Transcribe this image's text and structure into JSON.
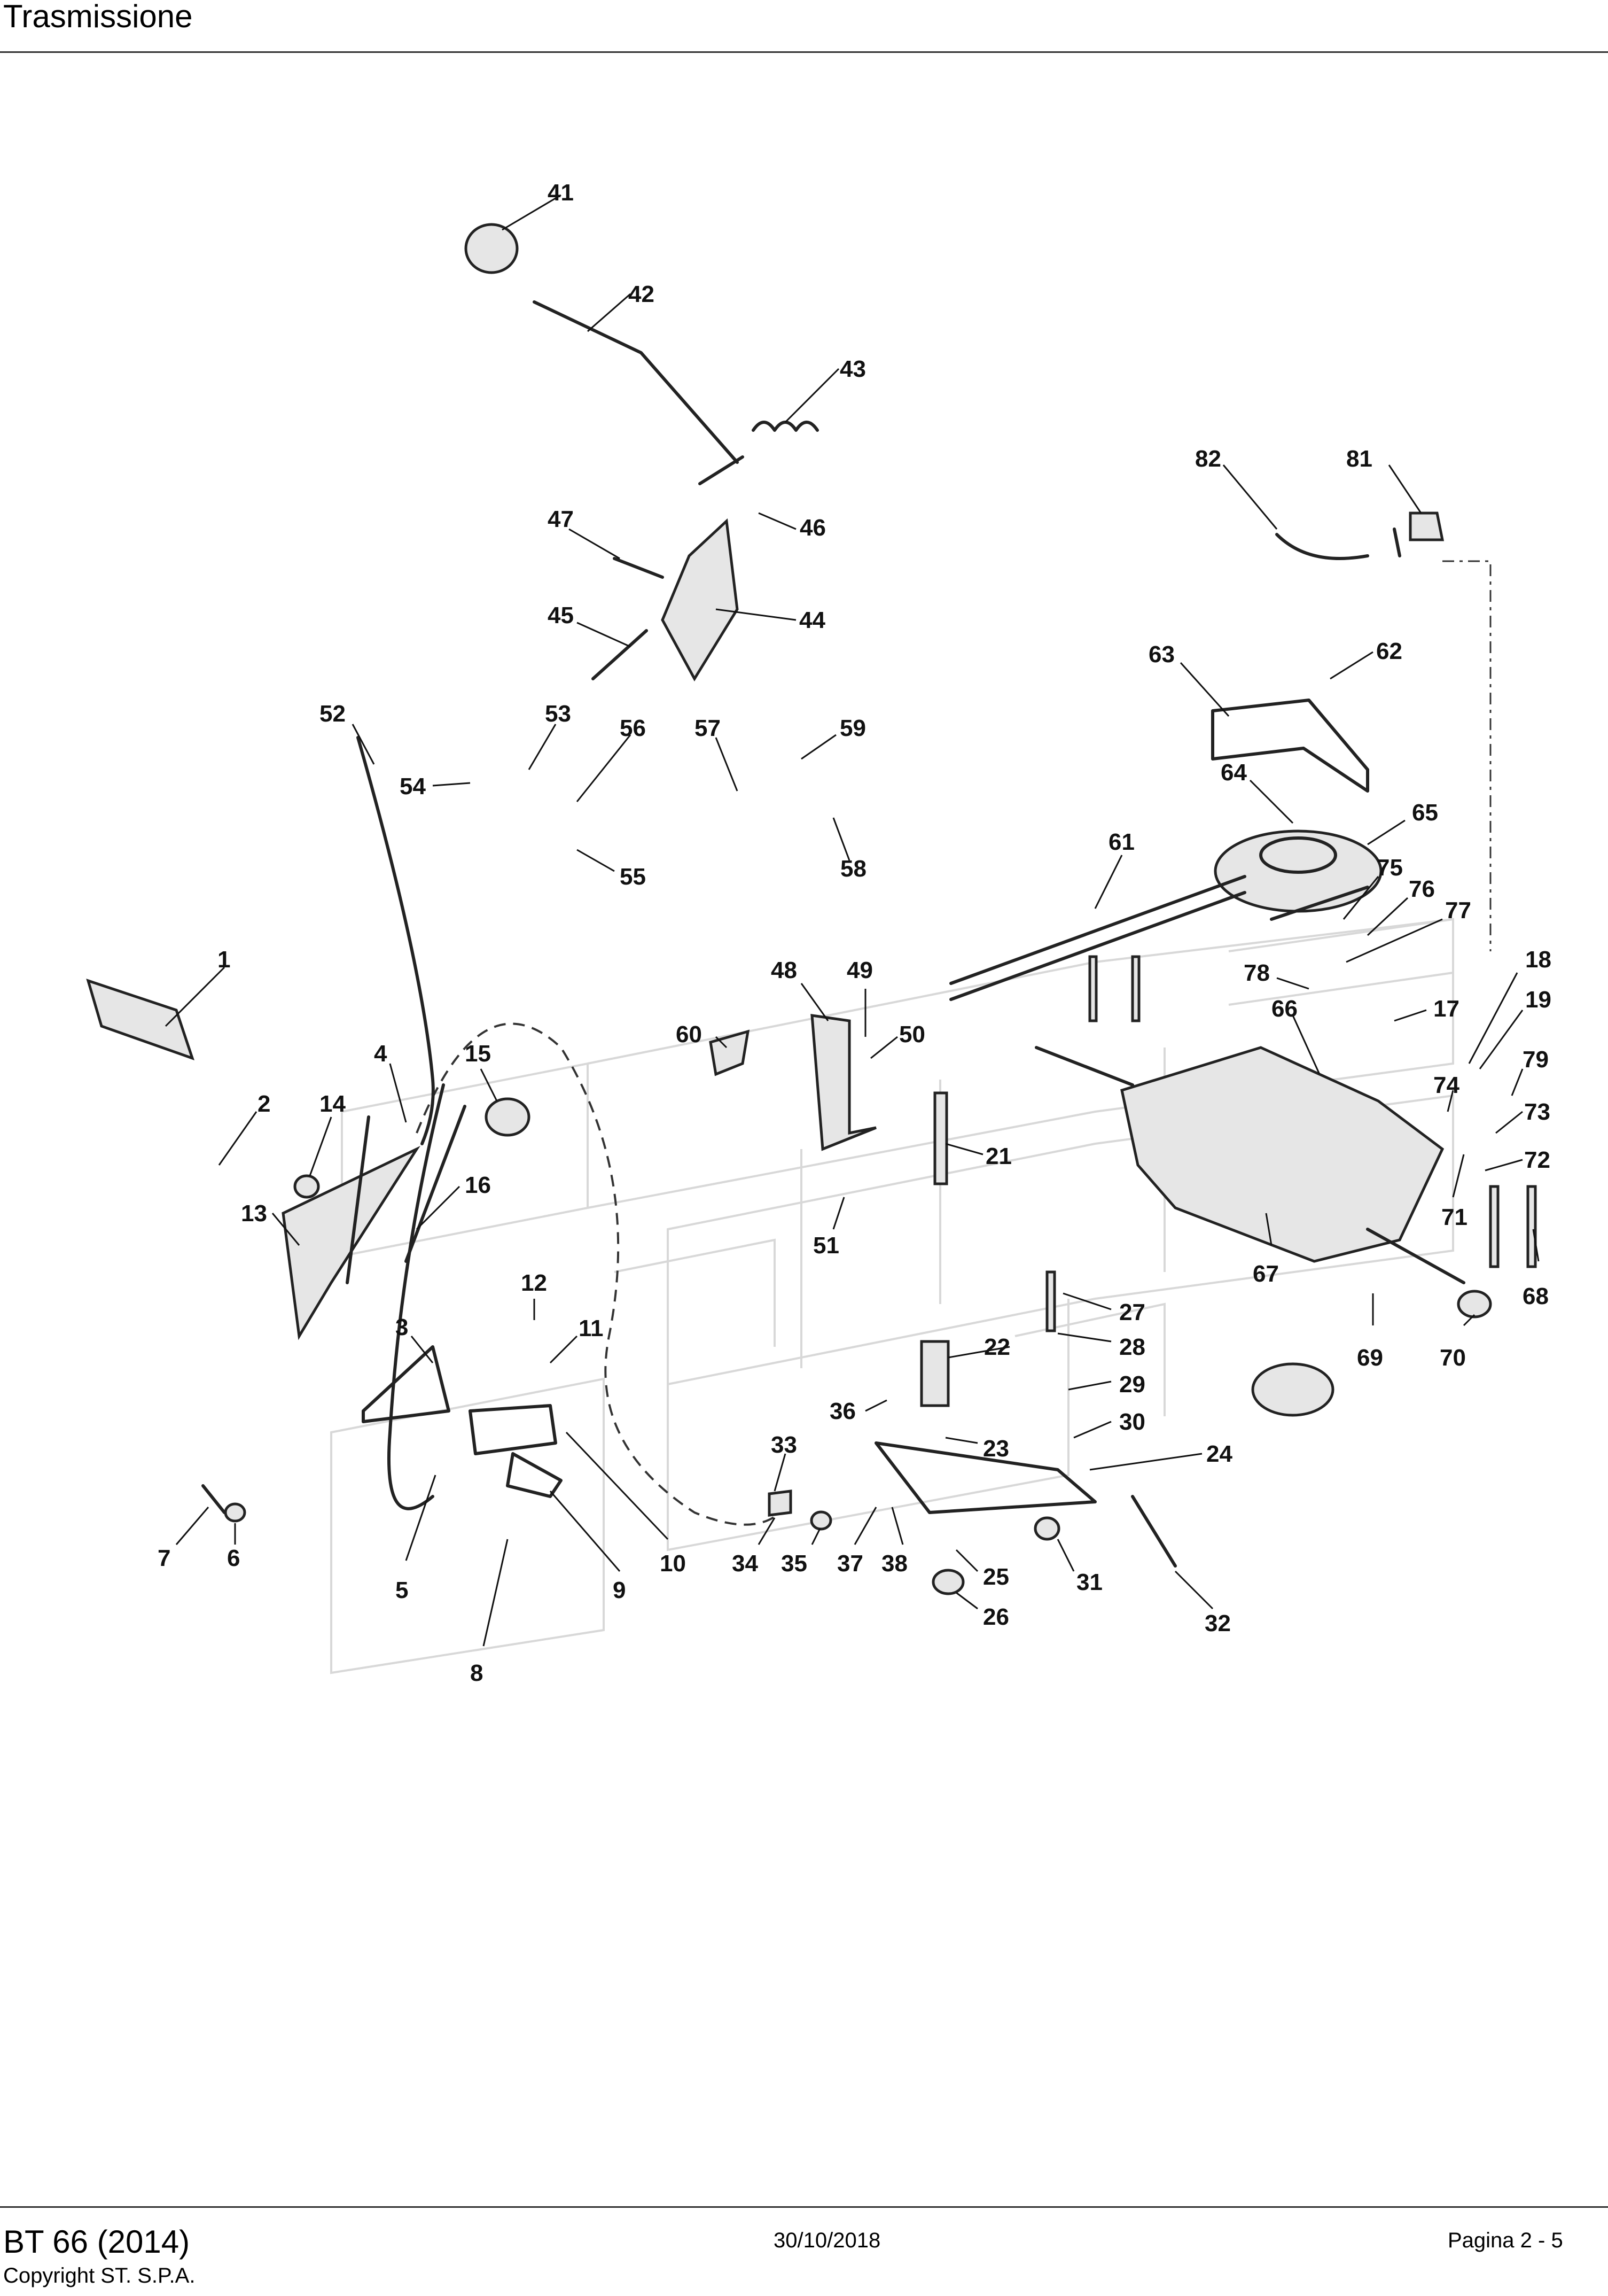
{
  "header": {
    "title": "Trasmissione"
  },
  "footer": {
    "model": "BT 66 (2014)",
    "copyright": "Copyright ST. S.P.A.",
    "date": "30/10/2018",
    "page": "Pagina 2 - 5"
  },
  "callouts": [
    "41",
    "42",
    "43",
    "82",
    "81",
    "47",
    "46",
    "45",
    "44",
    "63",
    "62",
    "52",
    "53",
    "56",
    "57",
    "59",
    "54",
    "55",
    "58",
    "64",
    "65",
    "61",
    "75",
    "76",
    "77",
    "1",
    "48",
    "49",
    "60",
    "50",
    "78",
    "66",
    "18",
    "17",
    "19",
    "4",
    "15",
    "14",
    "2",
    "16",
    "13",
    "21",
    "79",
    "74",
    "73",
    "72",
    "51",
    "71",
    "67",
    "68",
    "12",
    "11",
    "3",
    "27",
    "28",
    "22",
    "29",
    "30",
    "33",
    "36",
    "23",
    "24",
    "7",
    "6",
    "5",
    "9",
    "10",
    "34",
    "35",
    "37",
    "38",
    "25",
    "31",
    "32",
    "26",
    "8",
    "69",
    "70"
  ]
}
